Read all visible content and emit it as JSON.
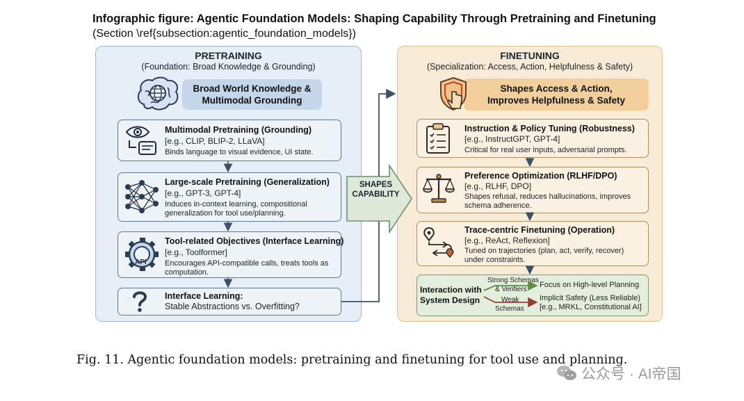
{
  "title": "Infographic figure: Agentic Foundation Models: Shaping Capability Through Pretraining and Finetuning",
  "subtitle": "(Section \\ref{subsection:agentic_foundation_models})",
  "pretraining": {
    "heading": "PRETRAINING",
    "subheading": "(Foundation: Broad Knowledge & Grounding)",
    "hero_line1": "Broad World Knowledge &",
    "hero_line2": "Multimodal Grounding",
    "boxes": [
      {
        "title": "Multimodal Pretraining (Grounding)",
        "examples": "[e.g., CLIP, BLIP-2, LLaVA]",
        "desc1": "Binds language to visual evidence, UI state.",
        "desc2": ""
      },
      {
        "title": "Large-scale Pretraining (Generalization)",
        "examples": "[e.g., GPT-3, GPT-4]",
        "desc1": "Induces in-context learning, compositional",
        "desc2": "generalization for tool use/planning."
      },
      {
        "title": "Tool-related Objectives (Interface Learning)",
        "examples": "[e.g., Toolformer]",
        "desc1": "Encourages API-compatible calls, treats tools as",
        "desc2": "computation."
      },
      {
        "title": "Interface Learning:",
        "examples": "Stable Abstractions vs. Overfitting?",
        "desc1": "",
        "desc2": ""
      }
    ],
    "api_icon_label": "API"
  },
  "shapes_label_line1": "SHAPES",
  "shapes_label_line2": "CAPABILITY",
  "finetuning": {
    "heading": "FINETUNING",
    "subheading": "(Specialization: Access, Action, Helpfulness & Safety)",
    "hero_line1": "Shapes Access & Action,",
    "hero_line2": "Improves Helpfulness & Safety",
    "boxes": [
      {
        "title": "Instruction & Policy Tuning (Robustness)",
        "examples": "[e.g., InstructGPT, GPT-4]",
        "desc1": "Critical for real user inputs, adversarial prompts.",
        "desc2": ""
      },
      {
        "title": "Preference Optimization (RLHF/DPO)",
        "examples": "[e.g., RLHF, DPO]",
        "desc1": "Shapes refusal, reduces hallucinations, improves",
        "desc2": "schema adherence."
      },
      {
        "title": "Trace-centric Finetuning (Operation)",
        "examples": "[e.g., ReAct, Reflexion]",
        "desc1": "Tuned on trajectories (plan, act, verify, recover)",
        "desc2": "under constraints."
      }
    ],
    "interaction": {
      "label_line1": "Interaction with",
      "label_line2": "System Design",
      "strong_line1": "Strong Schemas",
      "strong_line2": "& Verifiers",
      "weak_line1": "Weak",
      "weak_line2": "Schemas",
      "outcome_strong": "Focus on High-level Planning",
      "outcome_weak_line1": "Implicit Safety (Less Reliable)",
      "outcome_weak_line2": "[e.g., MRKL, Constitutional AI]"
    }
  },
  "caption": "Fig. 11.  Agentic foundation models: pretraining and finetuning for tool use and planning.",
  "watermark": "公众号 · AI帝国",
  "colors": {
    "pretraining_panel": "#e6eef7",
    "finetuning_panel": "#f8ecd9",
    "pretraining_hero": "#c4d6ea",
    "finetuning_hero": "#f3cf9d",
    "interaction_box": "#e3eedc",
    "strong_arrow": "#5f8f3e",
    "weak_arrow": "#9a3b2a",
    "connector": "#3d5068"
  }
}
